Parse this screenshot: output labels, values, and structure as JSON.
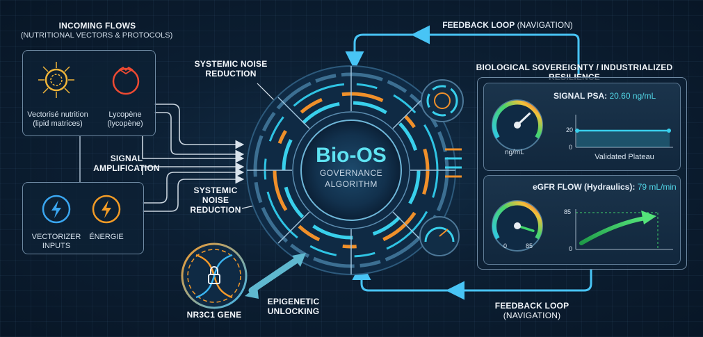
{
  "incoming": {
    "title": "INCOMING FLOWS",
    "subtitle": "(NUTRITIONAL VECTORS & PROTOCOLS)",
    "items": [
      {
        "line1": "Vectorisé nutrition",
        "line2": "(lipid matrices)",
        "icon": "lipid-matrix-icon",
        "color": "#f0b53a"
      },
      {
        "line1": "Lycopène",
        "line2": "(lycopène)",
        "icon": "tomato-icon",
        "color": "#ee4a32"
      },
      {
        "line1": "VECTORIZER",
        "line2": "INPUTS",
        "icon": "lightning-icon",
        "color": "#3aa6f0"
      },
      {
        "line1": "ÉNERGIE",
        "line2": "",
        "icon": "energy-lightning-icon",
        "color": "#f29b26"
      }
    ]
  },
  "labels": {
    "signal_amplification_1": "SIGNAL",
    "signal_amplification_2": "AMPLIFICATION",
    "noise_top_1": "SYSTEMIC NOISE",
    "noise_top_2": "REDUCTION",
    "noise_mid_1": "SYSTEMIC",
    "noise_mid_2": "NOISE",
    "noise_mid_3": "REDUCTION",
    "gene": "NR3C1 GENE",
    "epigenetic_1": "EPIGENETIC",
    "epigenetic_2": "UNLOCKING",
    "feedback_top_bold": "FEEDBACK LOOP",
    "feedback_top_rest": "(NAVIGATION)",
    "feedback_bottom_1": "FEEDBACK LOOP",
    "feedback_bottom_2": "(NAVIGATION)",
    "sovereignty": "BIOLOGICAL SOVEREIGNTY / INDUSTRIALIZED RESILIENCE"
  },
  "core": {
    "title": "Bio-OS",
    "line2": "GOVERNANCE",
    "line3": "ALGORITHM"
  },
  "psa": {
    "label": "SIGNAL PSA:",
    "value": "20.60 ng/mL",
    "gauge_unit": "ng/mL",
    "tick_20": "20",
    "tick_0": "0",
    "chart_caption": "Validated Plateau",
    "level": 20.6
  },
  "egfr": {
    "label": "eGFR FLOW (Hydraulics):",
    "value": "79 mL/min",
    "gauge_min": "0",
    "gauge_max": "85",
    "tick_85": "85",
    "tick_0": "0",
    "level": 79
  },
  "colors": {
    "cyan": "#37c9e6",
    "orange": "#f0902a",
    "blue_flow": "#3ab8f0",
    "green": "#3fd46a"
  }
}
